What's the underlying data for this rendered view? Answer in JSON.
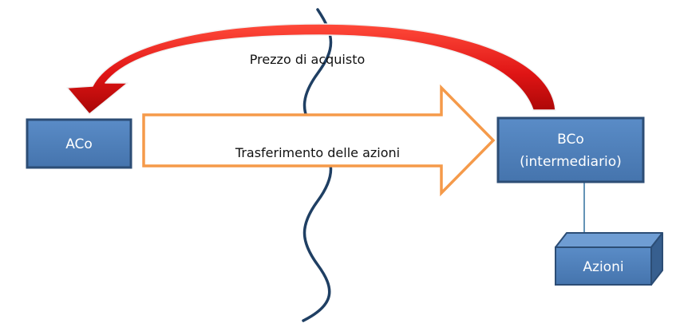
{
  "nodes": {
    "aco": {
      "label": "ACo"
    },
    "bco": {
      "line1": "BCo",
      "line2": "(intermediario)"
    },
    "azioni": {
      "label": "Azioni"
    }
  },
  "flows": {
    "price": {
      "label": "Prezzo di acquisto",
      "color": "#e0191a"
    },
    "transfer": {
      "label": "Trasferimento delle azioni",
      "color": "#f59a4a"
    }
  },
  "colors": {
    "box_fill": "#4f81bd",
    "box_border": "#2c4d75",
    "divider": "#1f3f63"
  }
}
